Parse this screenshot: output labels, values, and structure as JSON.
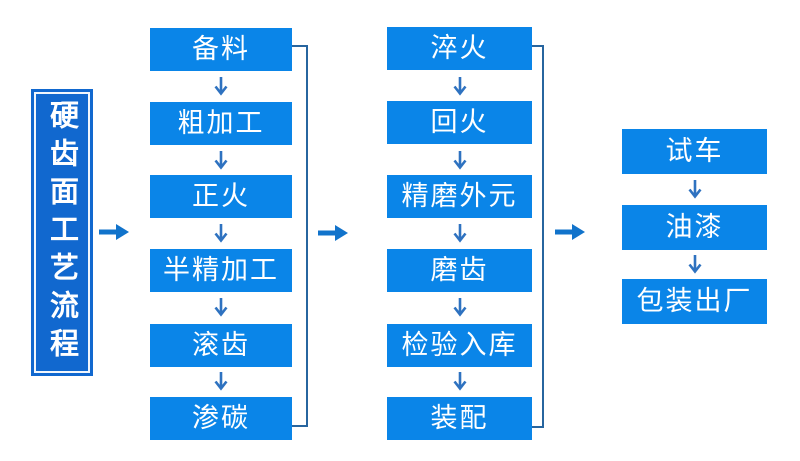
{
  "title_box": {
    "text": "硬齿面工艺流程"
  },
  "columns": [
    {
      "steps": [
        "备料",
        "粗加工",
        "正火",
        "半精加工",
        "滚齿",
        "渗碳"
      ]
    },
    {
      "steps": [
        "淬火",
        "回火",
        "精磨外元",
        "磨齿",
        "检验入库",
        "装配"
      ]
    },
    {
      "steps": [
        "试车",
        "油漆",
        "包装出厂"
      ]
    }
  ],
  "colors": {
    "background": "#ffffff",
    "box_fill": "#0a85e8",
    "title_fill": "#1168cf",
    "text": "#ffffff",
    "down_arrow": "#2e72c0",
    "right_arrow": "#1173cb",
    "connector_line": "#27659f"
  },
  "icons": {
    "down_arrow": "down-arrow",
    "right_arrow": "right-arrow"
  }
}
